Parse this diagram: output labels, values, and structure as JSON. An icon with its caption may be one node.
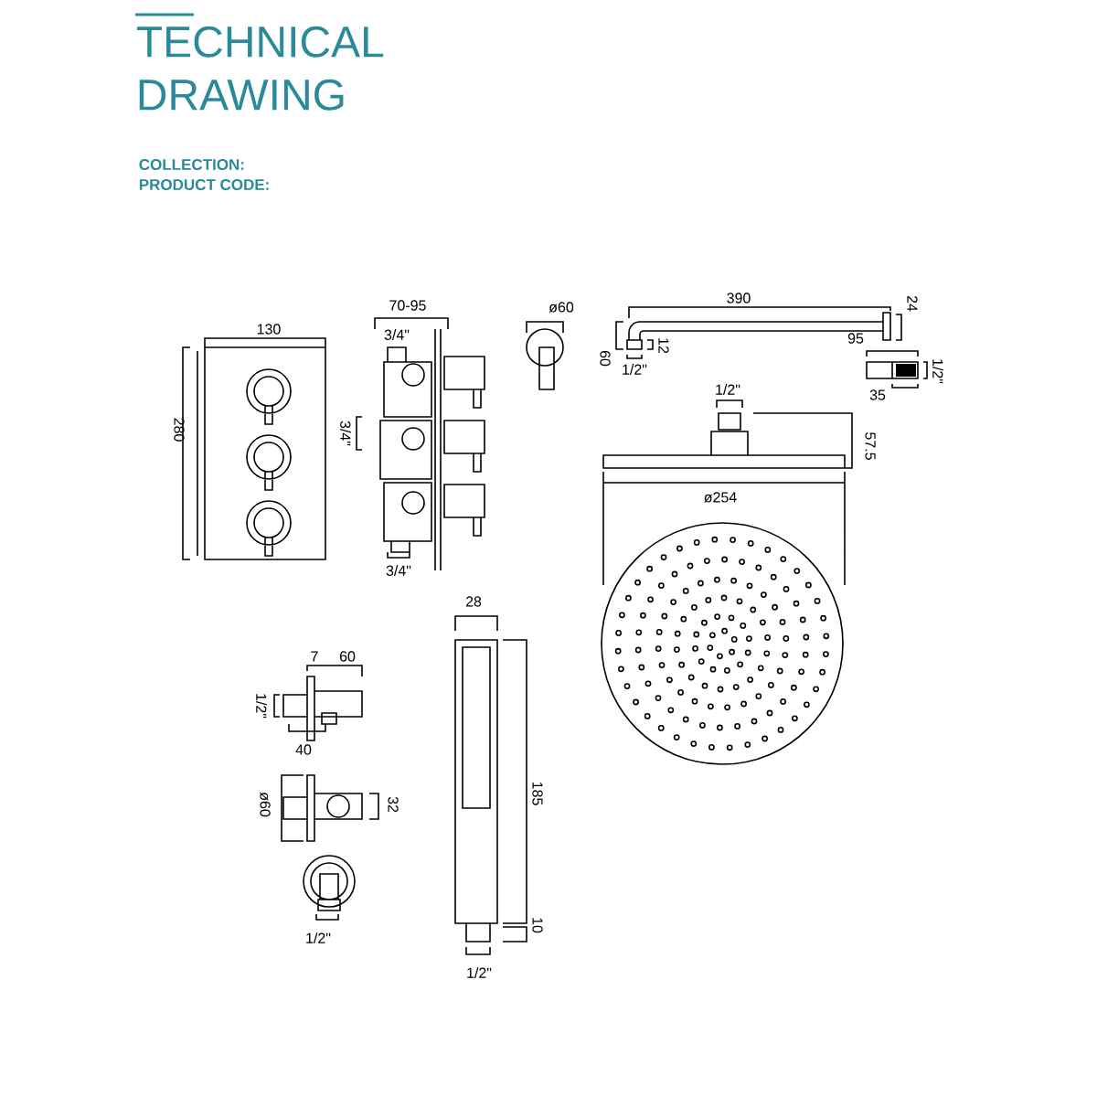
{
  "diagram": {
    "title": "TECHNICAL DRAWING",
    "labels": [
      "COLLECTION:",
      "PRODUCT CODE:",
      "130",
      "70-95",
      "3/4\"",
      "ø60",
      "390",
      "280",
      "60",
      "24",
      "12",
      "1/2\"",
      "95",
      "1/2\"",
      "35",
      "3/4\"",
      "1/2\"",
      "57.5",
      "ø254",
      "3/4\"",
      "28",
      "7",
      "60",
      "1/2\"",
      "40",
      "185",
      "ø60",
      "32",
      "1/2\"",
      "10",
      "1/2\""
    ]
  }
}
